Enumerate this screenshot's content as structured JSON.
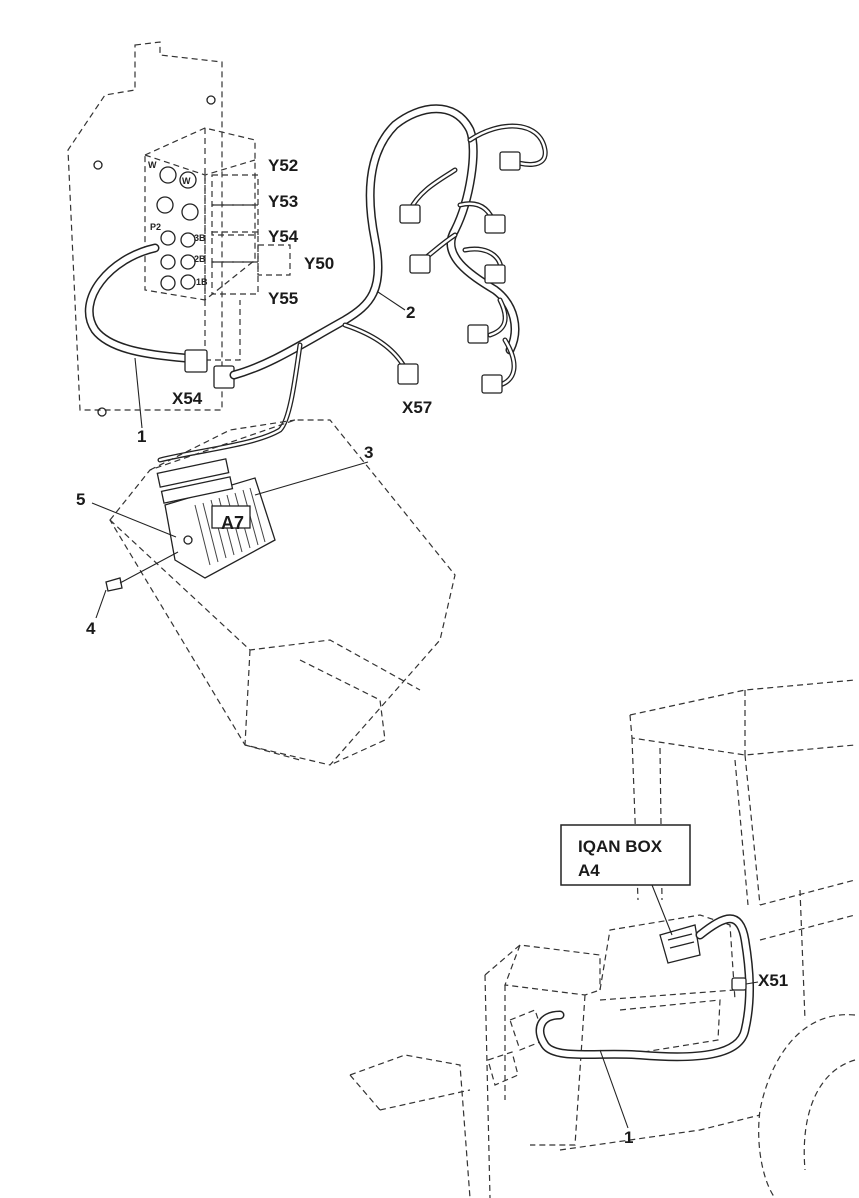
{
  "callouts": {
    "y52": "Y52",
    "y53": "Y53",
    "y54": "Y54",
    "y50": "Y50",
    "y55": "Y55",
    "x54": "X54",
    "x57": "X57",
    "x51": "X51",
    "a7": "A7",
    "n1_top": "1",
    "n2": "2",
    "n3": "3",
    "n4": "4",
    "n5": "5",
    "n1_bottom": "1"
  },
  "valve_ports": {
    "w1": "W",
    "w2": "W",
    "p2": "P2",
    "p3b": "3B",
    "p2b": "2B",
    "p1b": "1B"
  },
  "iqan_box": {
    "line1": "IQAN BOX",
    "line2": "A4"
  }
}
